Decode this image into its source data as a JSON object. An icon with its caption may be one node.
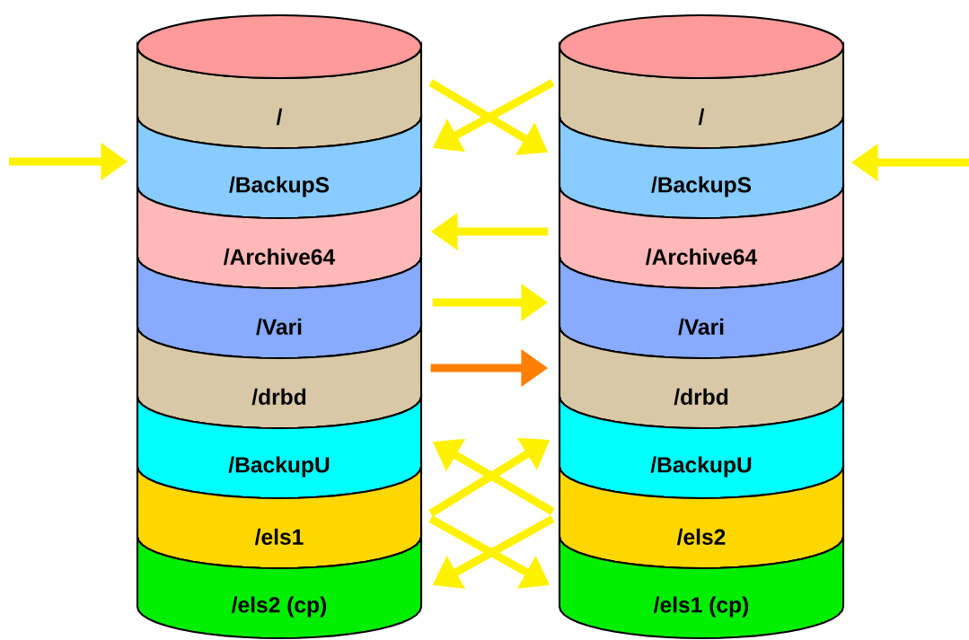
{
  "diagram": {
    "nodes": [
      {
        "text": [
          "/"
        ]
      },
      {
        "text": [
          "/BackupS"
        ]
      },
      {
        "text": [
          "/Archive64"
        ]
      },
      {
        "text": [
          "/Vari"
        ]
      },
      {
        "text": [
          "/drbd"
        ]
      },
      {
        "text": [
          "/BackupU"
        ]
      },
      {
        "text": [
          "/els1"
        ]
      },
      {
        "text": [
          "/els2 (cp)"
        ]
      },
      {
        "text": [
          "/"
        ]
      },
      {
        "text": [
          "/BackupS"
        ]
      },
      {
        "text": [
          "/Archive64"
        ]
      },
      {
        "text": [
          "/Vari"
        ]
      },
      {
        "text": [
          "/drbd"
        ]
      },
      {
        "text": [
          "/BackupU"
        ]
      },
      {
        "text": [
          "/els2"
        ]
      },
      {
        "text": [
          "/els1 (cp)"
        ]
      }
    ],
    "edges": [
      {
        "from": 0,
        "to": 9,
        "arrow": "to"
      },
      {
        "from": 8,
        "to": 1,
        "arrow": "to"
      },
      {
        "from": null,
        "to": 1,
        "arrow": "to"
      },
      {
        "from": null,
        "to": 9,
        "arrow": "to"
      },
      {
        "from": 10,
        "to": 2,
        "arrow": "to"
      },
      {
        "from": 3,
        "to": 11,
        "arrow": "to"
      },
      {
        "from": 4,
        "to": 12,
        "arrow": "to",
        "color": "#ff8000"
      },
      {
        "from": 6,
        "to": 13,
        "arrow": "to"
      },
      {
        "from": 14,
        "to": 5,
        "arrow": "to"
      },
      {
        "from": 6,
        "to": 15,
        "arrow": "to"
      },
      {
        "from": 14,
        "to": 7,
        "arrow": "to"
      }
    ]
  }
}
